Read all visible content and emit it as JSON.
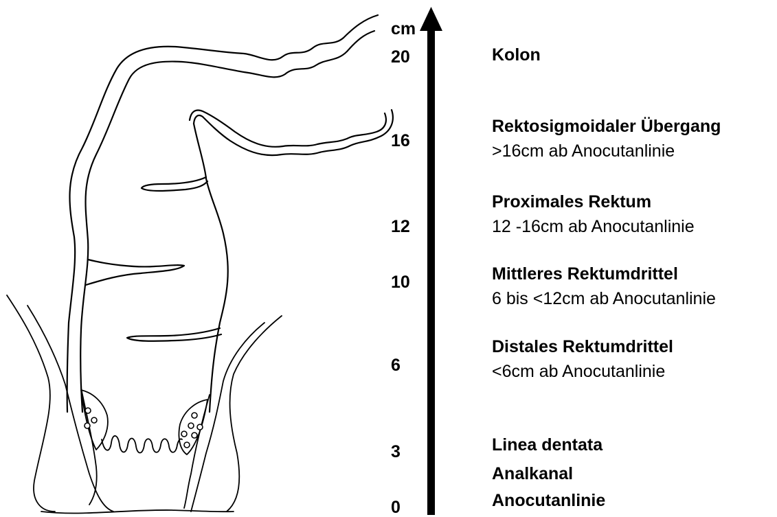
{
  "scale": {
    "unit": "cm",
    "ticks": [
      "20",
      "16",
      "12",
      "10",
      "6",
      "3",
      "0"
    ]
  },
  "regions": [
    {
      "title": "Kolon",
      "detail": ""
    },
    {
      "title": "Rektosigmoidaler  Übergang",
      "detail": ">16cm ab Anocutanlinie"
    },
    {
      "title": "Proximales  Rektum",
      "detail": "12 -16cm ab Anocutanlinie"
    },
    {
      "title": "Mittleres  Rektumdrittel",
      "detail": "6 bis <12cm ab Anocutanlinie"
    },
    {
      "title": "Distales  Rektumdrittel",
      "detail": "<6cm ab Anocutanlinie"
    },
    {
      "title": "Linea  dentata",
      "detail": ""
    },
    {
      "title": "Analkanal",
      "detail": ""
    },
    {
      "title": "Anocutanlinie",
      "detail": ""
    }
  ]
}
